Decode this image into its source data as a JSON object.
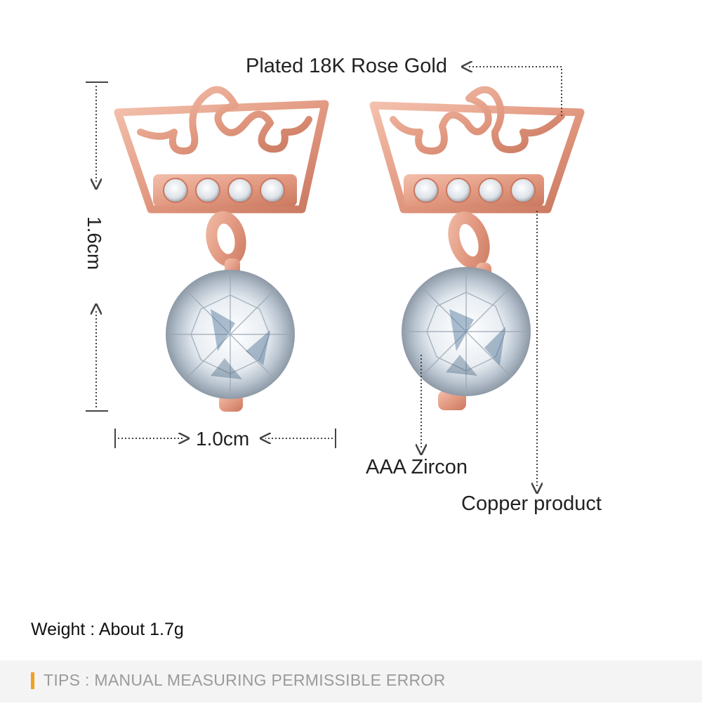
{
  "labels": {
    "plating": "Plated 18K Rose Gold",
    "height": "1.6cm",
    "width": "1.0cm",
    "stone": "AAA Zircon",
    "material": "Copper product",
    "weight": "Weight : About  1.7g",
    "tips": "TIPS : MANUAL MEASURING PERMISSIBLE ERROR"
  },
  "colors": {
    "rose_gold": "#e8a08a",
    "rose_gold_dark": "#c9785f",
    "tips_accent": "#f0a020"
  },
  "icons": [
    "crown-earring-left",
    "crown-earring-right",
    "dimension-arrow"
  ]
}
